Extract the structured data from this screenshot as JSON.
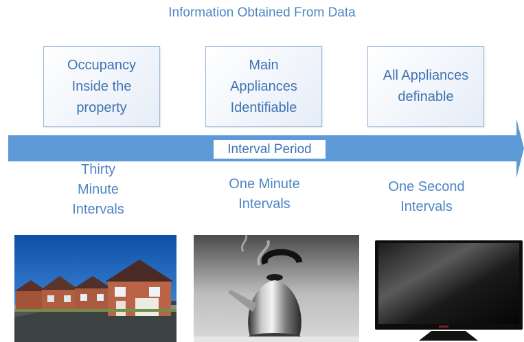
{
  "heading": "Information Obtained From Data",
  "info_boxes": [
    {
      "text": "Occupancy\nInside the\nproperty"
    },
    {
      "text": "Main\nAppliances\nIdentifiable"
    },
    {
      "text": "All Appliances\ndefinable"
    }
  ],
  "axis": {
    "label": "Interval Period",
    "color": "#5e9ad7"
  },
  "intervals": [
    {
      "text": "Thirty\nMinute\nIntervals"
    },
    {
      "text": "One Minute\nIntervals"
    },
    {
      "text": "One Second\nIntervals"
    }
  ],
  "images": [
    {
      "name": "houses-photo"
    },
    {
      "name": "kettle-photo"
    },
    {
      "name": "television-photo"
    }
  ],
  "colors": {
    "text": "#4d86c6",
    "box_border": "#9db8d8",
    "arrow": "#5e9ad7"
  }
}
